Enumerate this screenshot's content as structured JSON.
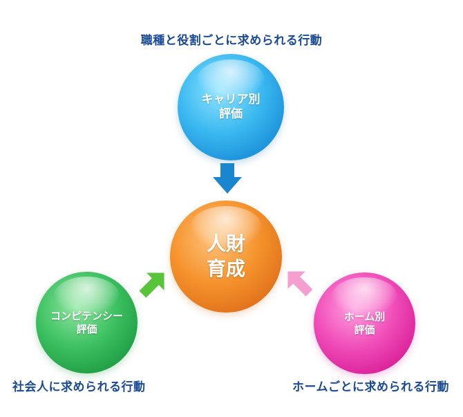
{
  "captions": {
    "top": "職種と役割ごとに求められる行動",
    "left": "社会人に求められる行動",
    "right": "ホームごとに求められる行動"
  },
  "balls": {
    "top": {
      "line1": "キャリア別",
      "line2": "評価",
      "color": "#2aa6e8"
    },
    "center": {
      "line1": "人財",
      "line2": "育成",
      "color": "#f08a2a"
    },
    "left": {
      "line1": "コンピテンシー",
      "line2": "評価",
      "color": "#2fb352"
    },
    "right": {
      "line1": "ホーム別",
      "line2": "評価",
      "color": "#e535ac"
    }
  },
  "arrows": {
    "top_color": "#1a86cf",
    "left_color": "#58c43a",
    "right_color": "#f59ed0"
  }
}
